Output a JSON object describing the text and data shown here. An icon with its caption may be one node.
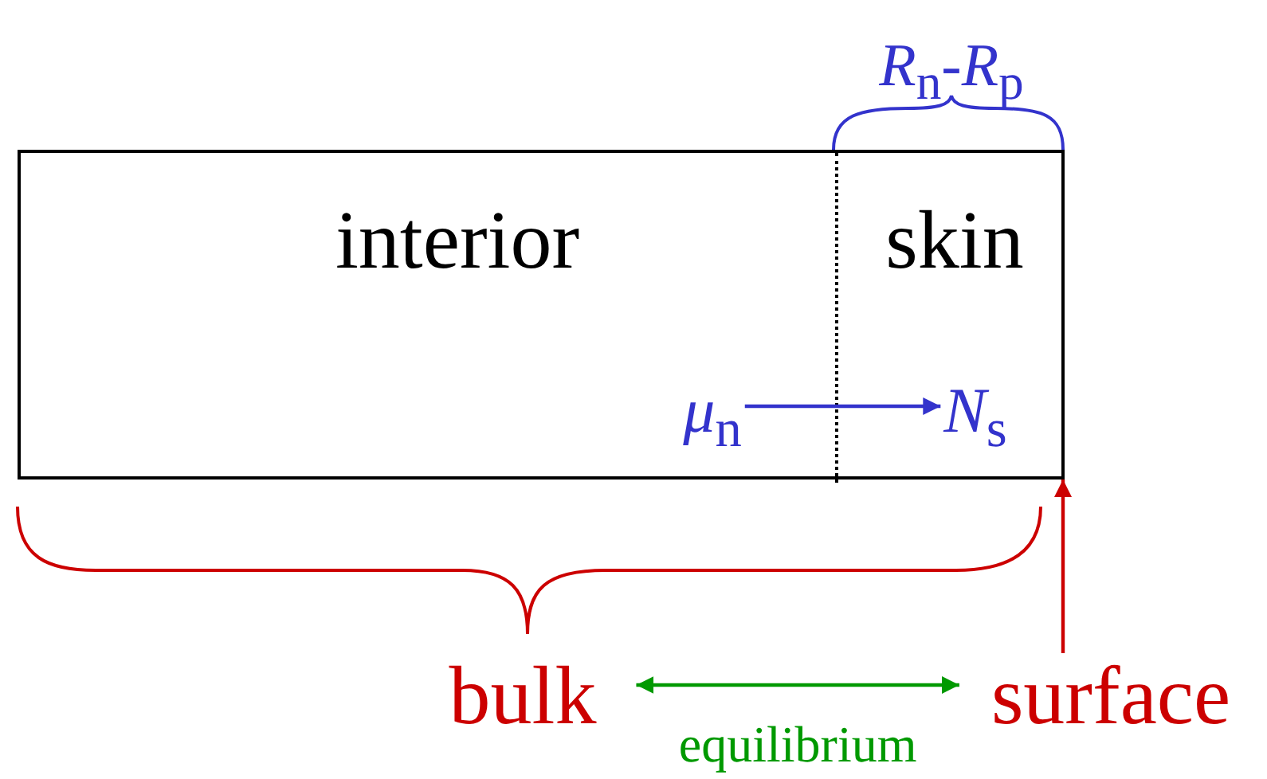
{
  "diagram": {
    "nodes": [
      {
        "text": [],
        "shape": "box"
      },
      {
        "text": [
          "interior"
        ],
        "in": 0
      },
      {
        "text": [
          "skin"
        ],
        "in": 0
      },
      {
        "text": [
          "*μ*$_{n}$"
        ],
        "in": 1
      },
      {
        "text": [
          "*N*$_{s}$"
        ],
        "in": 2
      },
      {
        "text": [
          "bulk"
        ]
      },
      {
        "text": [
          "surface"
        ]
      }
    ],
    "edges": [
      {
        "from": 3,
        "to": 4,
        "arrow": "to",
        "color": "#3333cc"
      },
      {
        "from": 5,
        "to": 6,
        "arrow": "both",
        "label": "equilibrium",
        "color": "#009900"
      },
      {
        "from": 6,
        "to": 0,
        "arrow": "to",
        "color": "#cc0000"
      }
    ],
    "labels": [
      "*R*$_{n}$-*R*$_{p}$"
    ]
  }
}
